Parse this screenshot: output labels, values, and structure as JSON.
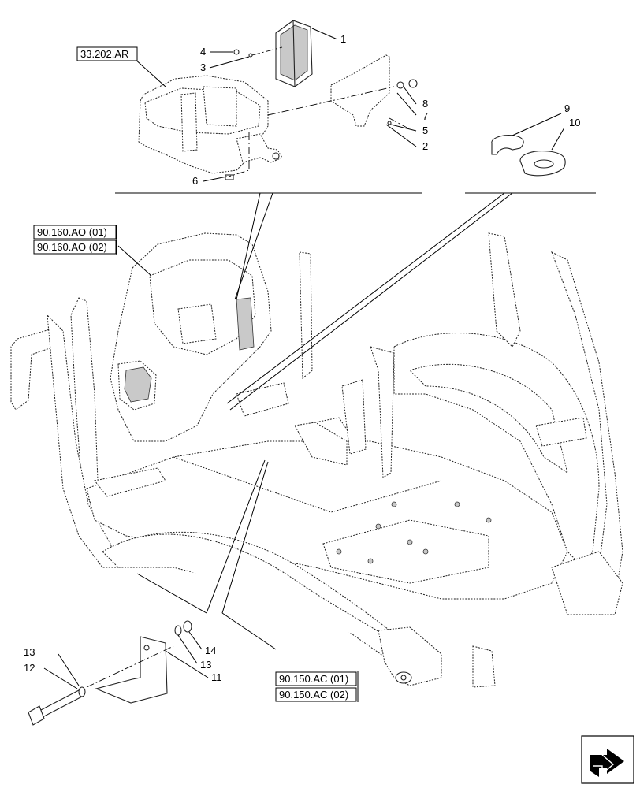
{
  "diagram": {
    "callouts": [
      "1",
      "2",
      "3",
      "4",
      "5",
      "6",
      "7",
      "8",
      "9",
      "10",
      "11",
      "12",
      "13",
      "13",
      "14"
    ],
    "references": {
      "top_left": "33.202.AR",
      "mid_left_1": "90.160.AO (01)",
      "mid_left_2": "90.160.AO (02)",
      "bottom_right_1": "90.150.AC (01)",
      "bottom_right_2": "90.150.AC (02)"
    },
    "nav_icon": "next-page-arrow-icon"
  }
}
